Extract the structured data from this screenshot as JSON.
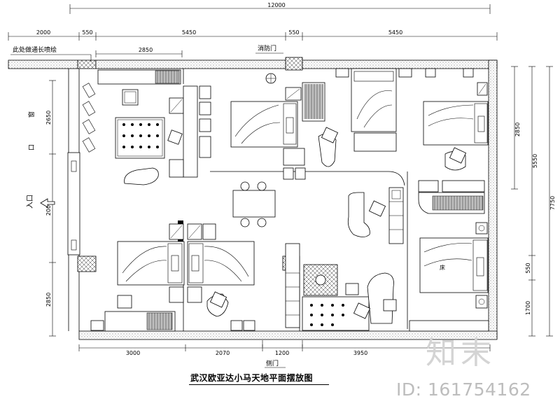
{
  "caption": "武汉欧亚达小马天地平面摆放图",
  "watermark": {
    "logo_text": "知末",
    "id_text": "ID: 161754162"
  },
  "labels": {
    "top_left_note": "此处做通长喷绘",
    "fire_door": "消防门",
    "side_door": "侧门",
    "entrance": "入口",
    "bed_1": "床"
  },
  "dimensions": {
    "overall_width": "12000",
    "top": [
      "2000",
      "550",
      "5450",
      "550",
      "5450"
    ],
    "second_row": "2850",
    "bottom": [
      "3000",
      "2070",
      "1200",
      "3950"
    ],
    "left": [
      "2650",
      "2000",
      "2850"
    ],
    "right_inner": [
      "2850",
      "5550",
      "550",
      "1700"
    ],
    "right_outer": "7750"
  }
}
